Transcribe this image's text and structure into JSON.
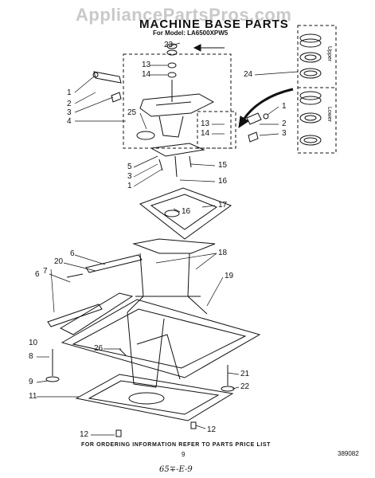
{
  "header": {
    "watermark": "AppliancePartsPros.com",
    "title": "MACHINE BASE PARTS",
    "model": "For Model: LA6500XPW5"
  },
  "side_legend": {
    "upper": "Upper",
    "lower": "Lower"
  },
  "callouts": {
    "c1a": "1",
    "c2a": "2",
    "c3a": "3",
    "c4": "4",
    "c25": "25",
    "c13a": "13",
    "c14a": "14",
    "c23": "23",
    "c13b": "13",
    "c14b": "14",
    "c24": "24",
    "c1b": "1",
    "c2b": "2",
    "c3b": "3",
    "c5": "5",
    "c3c": "3",
    "c1c": "1",
    "c15": "15",
    "c16a": "16",
    "c16b": "16",
    "c17": "17",
    "c18": "18",
    "c6a": "6",
    "c20": "20",
    "c6b": "6",
    "c7": "7",
    "c19": "19",
    "c26": "26",
    "c8": "8",
    "c9": "9",
    "c10": "10",
    "c11": "11",
    "c21": "21",
    "c22": "22",
    "c12a": "12",
    "c12b": "12"
  },
  "footer": {
    "note": "FOR ORDERING INFORMATION REFER TO PARTS PRICE LIST",
    "page": "9",
    "doc_number": "389082",
    "handwritten": "65∓-E-9"
  }
}
